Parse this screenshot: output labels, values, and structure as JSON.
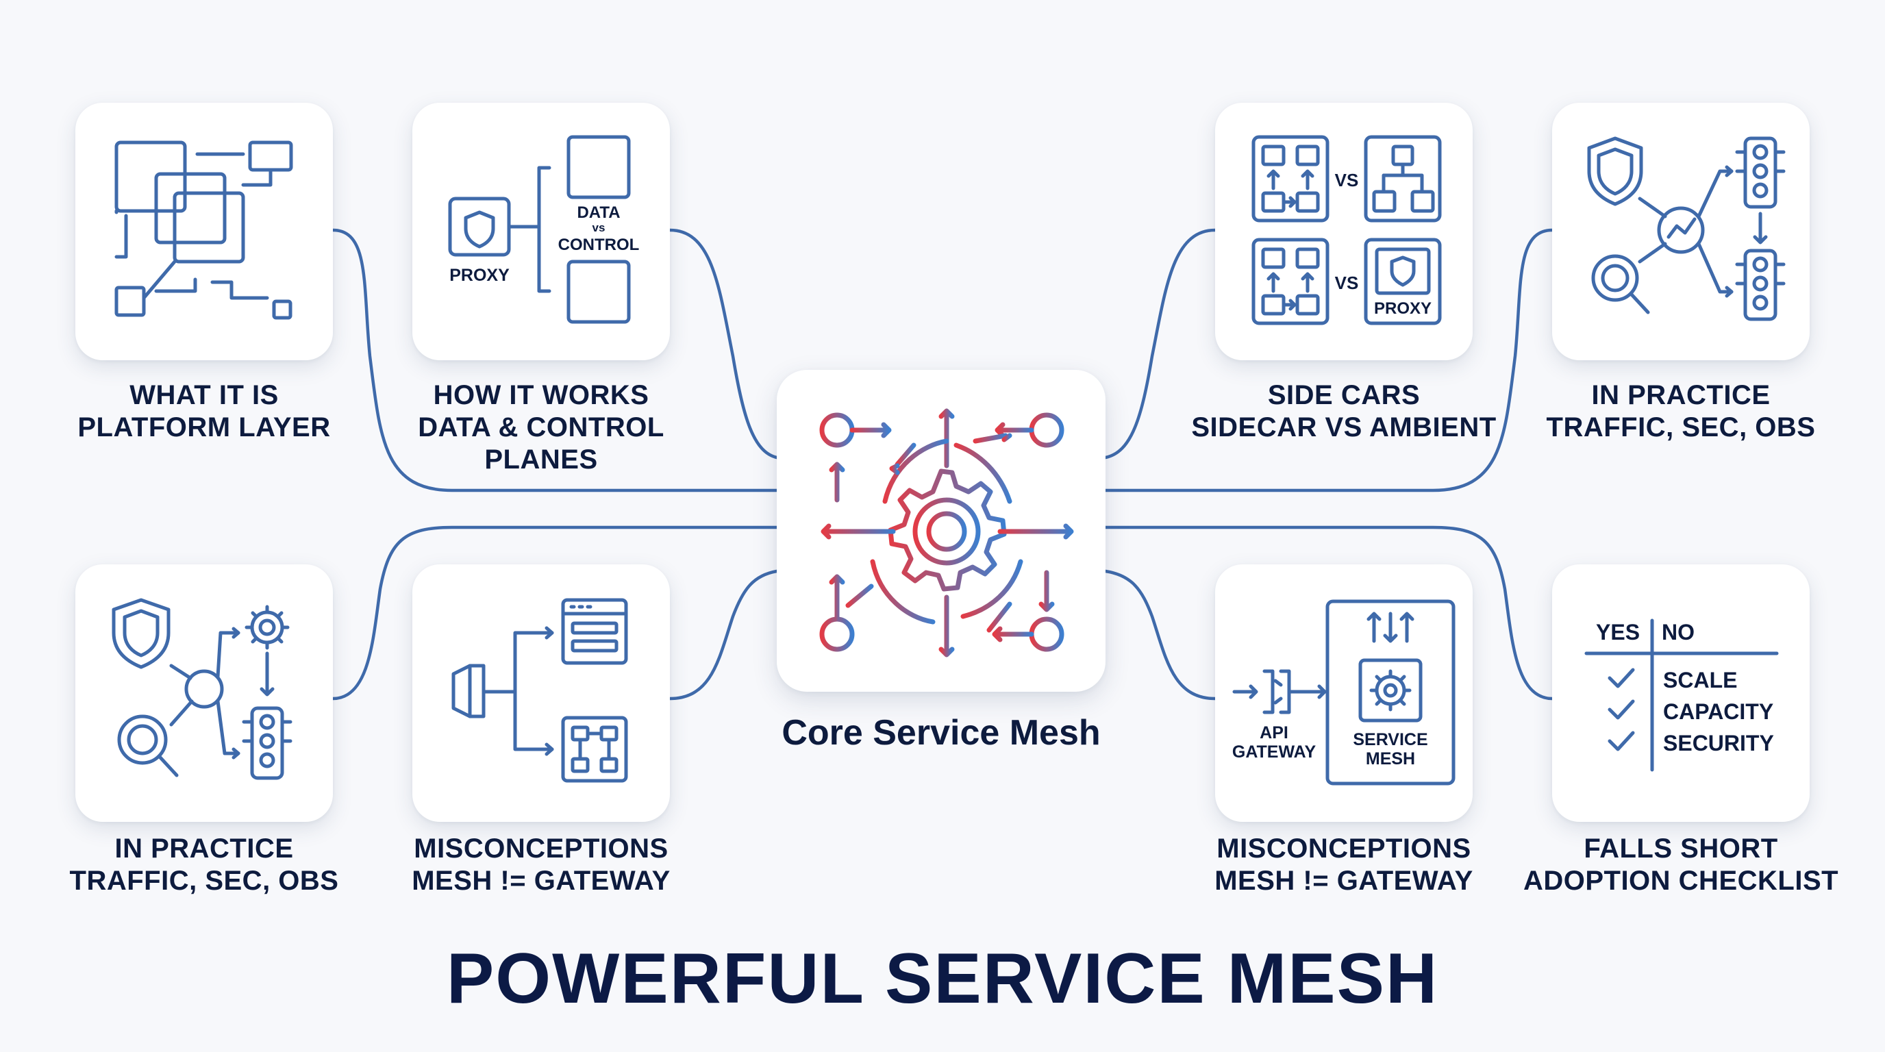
{
  "title": "POWERFUL SERVICE MESH",
  "center": {
    "label": "Core Service Mesh"
  },
  "colors": {
    "ink": "#3f6aaa",
    "heading": "#0d1b3e",
    "gradient_start": "#e33b45",
    "gradient_end": "#3d7fcf"
  },
  "cards": {
    "what_it_is": {
      "line1": "WHAT IT IS",
      "line2": "PLATFORM LAYER",
      "icon": "architecture-blocks-icon"
    },
    "how_it_works": {
      "line1": "HOW IT WORKS",
      "line2": "DATA & CONTROL",
      "line3": "PLANES",
      "icon": "proxy-planes-icon",
      "icon_text": {
        "data": "DATA",
        "vs": "vs",
        "control": "CONTROL",
        "proxy": "PROXY"
      }
    },
    "side_cars": {
      "line1": "SIDE CARS",
      "line2": "SIDECAR VS AMBIENT",
      "icon": "sidecar-vs-ambient-icon",
      "icon_text": {
        "vs_top": "VS",
        "vs_bottom": "VS",
        "proxy": "PROXY"
      }
    },
    "in_practice_top": {
      "line1": "IN PRACTICE",
      "line2": "TRAFFIC, SEC, OBS",
      "icon": "traffic-security-icon"
    },
    "in_practice_bottom": {
      "line1": "IN PRACTICE",
      "line2": "TRAFFIC, SEC, OBS",
      "icon": "traffic-security-gear-icon"
    },
    "misconceptions_left": {
      "line1": "MISCONCEPTIONS",
      "line2": "MESH != GATEWAY",
      "icon": "routing-icon"
    },
    "misconceptions_right": {
      "line1": "MISCONCEPTIONS",
      "line2": "MESH != GATEWAY",
      "icon": "gateway-vs-mesh-icon",
      "icon_text": {
        "api": "API",
        "gateway": "GATEWAY",
        "service": "SERVICE",
        "mesh": "MESH"
      }
    },
    "falls_short": {
      "line1": "FALLS SHORT",
      "line2": "ADOPTION CHECKLIST",
      "icon": "checklist-icon",
      "icon_text": {
        "yes": "YES",
        "no": "NO",
        "items": [
          "SCALE",
          "CAPACITY",
          "SECURITY"
        ]
      }
    }
  }
}
